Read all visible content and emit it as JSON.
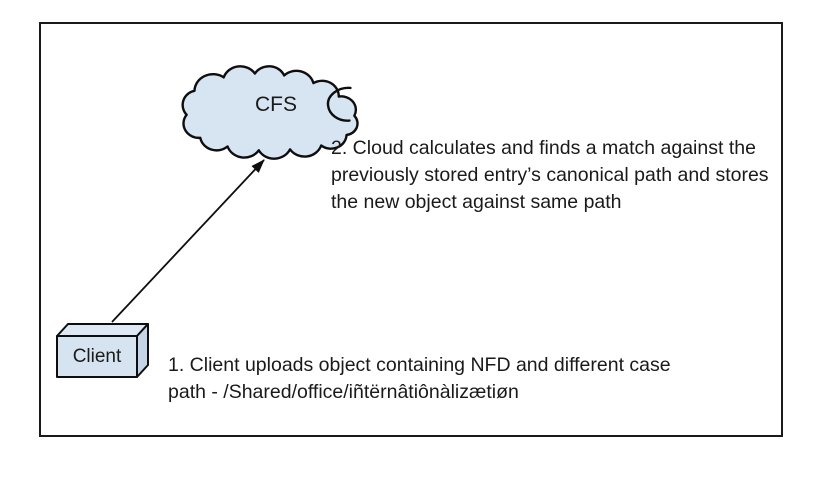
{
  "frame": {
    "stroke": "#1a1a1a"
  },
  "cloud": {
    "label": "CFS",
    "fill": "#d7e4f2",
    "stroke": "#0e0e0e"
  },
  "client": {
    "label": "Client",
    "front_fill": "#d6e3f1",
    "top_fill": "#dfe9f6",
    "side_fill": "#c5d5e7",
    "stroke": "#0e0e0e"
  },
  "arrow": {
    "color": "#0e0e0e"
  },
  "annotations": {
    "step1": {
      "lines": [
        "1. Client uploads object containing NFD and different case",
        "path - /Shared/office/iñtërnâtiônàlizætiøn"
      ]
    },
    "step2": {
      "lines": [
        "2. Cloud calculates and finds a match against the",
        "previously stored entry’s canonical path and stores",
        "the new object against same path"
      ]
    }
  }
}
